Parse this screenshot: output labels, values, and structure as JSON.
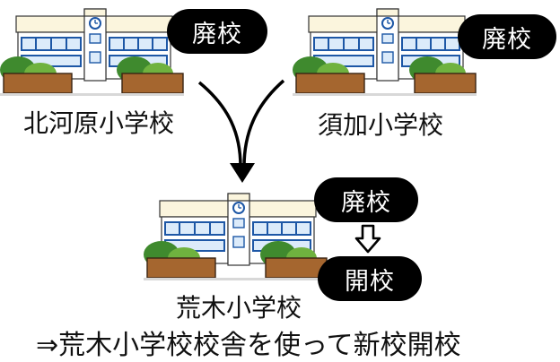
{
  "schools": {
    "kitagawara": {
      "name": "北河原小学校",
      "badge": "廃校"
    },
    "suka": {
      "name": "須加小学校",
      "badge": "廃校"
    },
    "araki": {
      "name": "荒木小学校",
      "badge_top": "廃校",
      "badge_bottom": "開校"
    }
  },
  "caption": "⇒荒木小学校校舎を使って新校開校",
  "colors": {
    "roof": "#fbf5dd",
    "wall": "#ffffff",
    "window_frame": "#1d57a6",
    "window_glass": "#dcebfa",
    "planter": "#a5662f",
    "bush_dark": "#3f8a2e",
    "bush_light": "#6fb23f",
    "ground": "#d8d8d8",
    "badge_bg": "#000000",
    "badge_text": "#ffffff"
  },
  "icons": [
    "school-building-icon",
    "clock-icon",
    "merge-arrow-icon",
    "hollow-down-arrow-icon"
  ]
}
